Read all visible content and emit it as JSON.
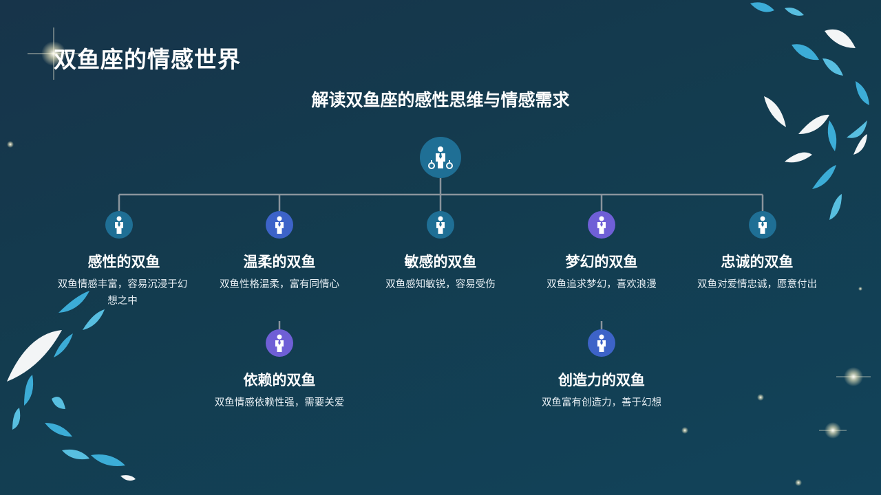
{
  "page": {
    "title": "双鱼座的情感世界",
    "subtitle": "解读双鱼座的感性思维与情感需求"
  },
  "colors": {
    "background_top": "#17344a",
    "background_bottom": "#12435a",
    "connector": "#8a949c",
    "node_teal": "#1f6f95",
    "node_blue": "#3d63c8",
    "node_purple": "#6f5fd6"
  },
  "diagram": {
    "root_icon": "person-with-gears-icon",
    "nodes": [
      {
        "title": "感性的双鱼",
        "desc": "双鱼情感丰富，容易沉浸于幻想之中",
        "icon": "person-icon",
        "color": "#1f6f95"
      },
      {
        "title": "温柔的双鱼",
        "desc": "双鱼性格温柔，富有同情心",
        "icon": "person-icon",
        "color": "#3d63c8"
      },
      {
        "title": "敏感的双鱼",
        "desc": "双鱼感知敏锐，容易受伤",
        "icon": "person-icon",
        "color": "#1f6f95"
      },
      {
        "title": "梦幻的双鱼",
        "desc": "双鱼追求梦幻，喜欢浪漫",
        "icon": "person-icon",
        "color": "#6f5fd6"
      },
      {
        "title": "忠诚的双鱼",
        "desc": "双鱼对爱情忠诚，愿意付出",
        "icon": "person-icon",
        "color": "#1f6f95"
      }
    ],
    "sub_nodes": [
      {
        "title": "依赖的双鱼",
        "desc": "双鱼情感依赖性强，需要关爱",
        "icon": "person-icon",
        "color": "#6f5fd6"
      },
      {
        "title": "创造力的双鱼",
        "desc": "双鱼富有创造力，善于幻想",
        "icon": "person-icon",
        "color": "#3d63c8"
      }
    ]
  }
}
